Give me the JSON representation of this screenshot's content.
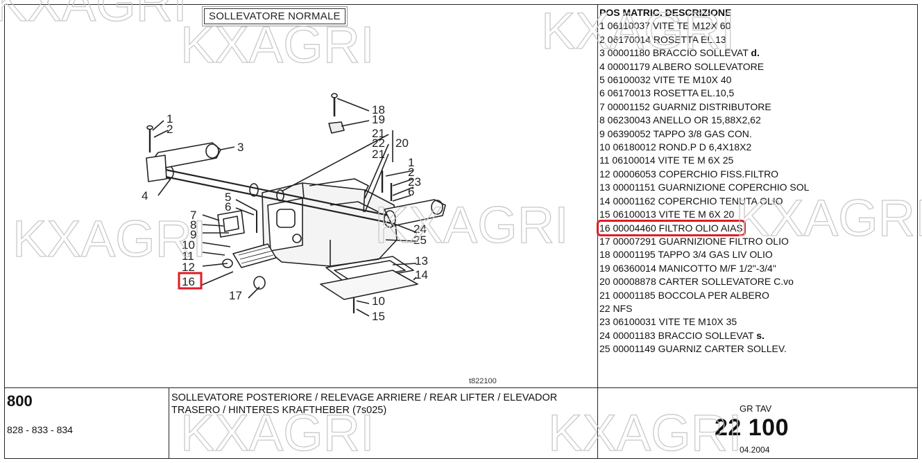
{
  "diagram": {
    "title": "SOLLEVATORE NORMALE",
    "code": "t822100",
    "callouts": [
      "1",
      "2",
      "3",
      "4",
      "5",
      "6",
      "7",
      "8",
      "9",
      "10",
      "11",
      "12",
      "16",
      "17",
      "18",
      "19",
      "21",
      "22",
      "21",
      "20",
      "1",
      "2",
      "23",
      "6",
      "24",
      "25",
      "13",
      "14",
      "10",
      "15"
    ],
    "highlight_callout": "16"
  },
  "parts_header": "POS MATRIC. DESCRIZIONE",
  "parts": [
    {
      "text": "1 06110037 VITE TE M12X 60",
      "suffix": ""
    },
    {
      "text": "2 06170014 ROSETTA EL.13",
      "suffix": ""
    },
    {
      "text": "3 00001180 BRACCIO SOLLEVAT ",
      "suffix": "d."
    },
    {
      "text": "4 00001179 ALBERO SOLLEVATORE",
      "suffix": ""
    },
    {
      "text": "5 06100032 VITE TE M10X 40",
      "suffix": ""
    },
    {
      "text": "6 06170013 ROSETTA EL.10,5",
      "suffix": ""
    },
    {
      "text": "7 00001152 GUARNIZ DISTRIBUTORE",
      "suffix": ""
    },
    {
      "text": "8 06230043 ANELLO OR 15,88X2,62",
      "suffix": ""
    },
    {
      "text": "9 06390052 TAPPO 3/8 GAS CON.",
      "suffix": ""
    },
    {
      "text": "10 06180012 ROND.P D 6,4X18X2",
      "suffix": ""
    },
    {
      "text": "11 06100014 VITE TE M 6X 25",
      "suffix": ""
    },
    {
      "text": "12 00006053 COPERCHIO FISS.FILTRO",
      "suffix": ""
    },
    {
      "text": "13 00001151 GUARNIZIONE COPERCHIO SOL",
      "suffix": ""
    },
    {
      "text": "14 00001162 COPERCHIO TENUTA OLIO",
      "suffix": ""
    },
    {
      "text": "15 06100013 VITE TE M 6X 20",
      "suffix": ""
    },
    {
      "text": "16 00004460 FILTRO OLIO AIAS",
      "suffix": ""
    },
    {
      "text": "17 00007291 GUARNIZIONE FILTRO OLIO",
      "suffix": ""
    },
    {
      "text": "18 00001195 TAPPO 3/4 GAS LIV OLIO",
      "suffix": ""
    },
    {
      "text": "19 06360014 MANICOTTO M/F 1/2\"-3/4\"",
      "suffix": ""
    },
    {
      "text": "20 00008878 CARTER SOLLEVATORE C.vo",
      "suffix": ""
    },
    {
      "text": "21 00001185 BOCCOLA PER ALBERO",
      "suffix": ""
    },
    {
      "text": "22 NFS",
      "suffix": ""
    },
    {
      "text": "23 06100031 VITE TE M10X 35",
      "suffix": ""
    },
    {
      "text": "24 00001183 BRACCIO SOLLEVAT ",
      "suffix": "s."
    },
    {
      "text": "25 00001149 GUARNIZ CARTER SOLLEV.",
      "suffix": ""
    }
  ],
  "highlight_part_index": 15,
  "model": {
    "number": "800",
    "variants": "828 - 833 - 834"
  },
  "description": "SOLLEVATORE POSTERIORE / RELEVAGE ARRIERE / REAR LIFTER / ELEVADOR TRASERO / HINTERES KRAFTHEBER (7s025)",
  "table": {
    "label": "GR TAV",
    "number": "22 100",
    "date": "04.2004"
  },
  "watermark": "KXAGRI",
  "colors": {
    "highlight": "#e01b24",
    "border": "#222222",
    "watermark": "#c9c9c9"
  }
}
